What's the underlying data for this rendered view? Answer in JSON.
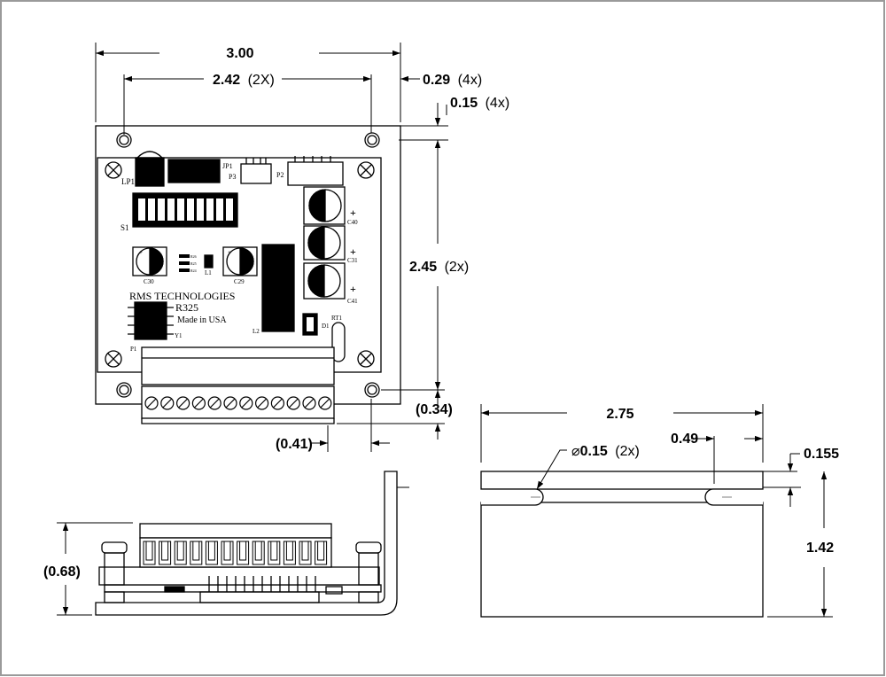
{
  "top_view": {
    "dimensions": {
      "overall_width": "3.00",
      "hole_spacing_x": "2.42",
      "hole_spacing_x_count": "(2X)",
      "flange_width": "0.29",
      "flange_count": "(4x)",
      "hole_offset": "0.15",
      "hole_offset_count": "(4x)",
      "hole_spacing_y": "2.45",
      "hole_spacing_y_count": "(2x)",
      "terminal_overhang": "(0.34)",
      "terminal_offset": "(0.41)"
    },
    "silkscreen": {
      "company": "RMS TECHNOLOGIES",
      "model": "R325",
      "origin": "Made in USA",
      "labels": {
        "lp1": "LP1",
        "jp1": "JP1",
        "p3": "P3",
        "p2": "P2",
        "s1": "S1",
        "c40": "C40",
        "c31": "C31",
        "c41": "C41",
        "c30": "C30",
        "c29": "C29",
        "l1": "L1",
        "l2": "L2",
        "d1": "D1",
        "rt1": "RT1",
        "y1": "Y1",
        "p1": "P1",
        "r26": "R26",
        "r25": "R25",
        "r24": "R24",
        "plus": "+"
      }
    },
    "terminal_count": 12
  },
  "side_view": {
    "dimensions": {
      "height": "(0.68)"
    },
    "terminal_count": 12
  },
  "bracket_view": {
    "dimensions": {
      "length": "2.75",
      "slot_diameter": "0.15",
      "slot_diameter_count": "(2x)",
      "slot_offset": "0.49",
      "flange_thickness": "0.155",
      "height": "1.42"
    },
    "diameter_symbol": "⌀"
  }
}
